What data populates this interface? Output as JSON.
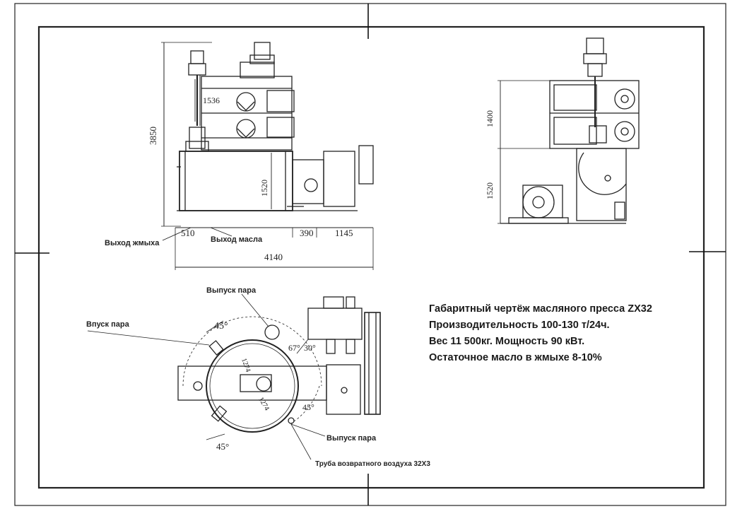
{
  "side_view": {
    "dims": {
      "overall_height": "3850",
      "upper_height": "1536",
      "cylinder_height": "1520",
      "left_offset": "510",
      "mid_offset": "390",
      "right_offset": "1145",
      "overall_length": "4140"
    },
    "labels": {
      "cake_outlet": "Выход жмыха",
      "oil_outlet": "Выход масла"
    }
  },
  "end_view": {
    "dims": {
      "upper_height": "1400",
      "lower_height": "1520"
    }
  },
  "top_view": {
    "labels": {
      "steam_outlet_top": "Выпуск пара",
      "steam_inlet": "Впуск пара",
      "steam_outlet_bottom": "Выпуск пара",
      "return_air_pipe": "Труба возвратного воздуха  32Х3"
    },
    "dims": {
      "angle_top_left": "45°",
      "angle_67": "67°",
      "angle_30": "30°",
      "angle_right": "45°",
      "angle_bottom_left": "45°",
      "radius_1": "1274",
      "radius_2": "1274"
    }
  },
  "specs": {
    "line1": "Габаритный чертёж масляного пресса ZX32",
    "line2": "Производительность 100-130 т/24ч.",
    "line3": "Вес 11 500кг. Мощность 90 кВт.",
    "line4": "Остаточное масло в жмыхе 8-10%"
  }
}
